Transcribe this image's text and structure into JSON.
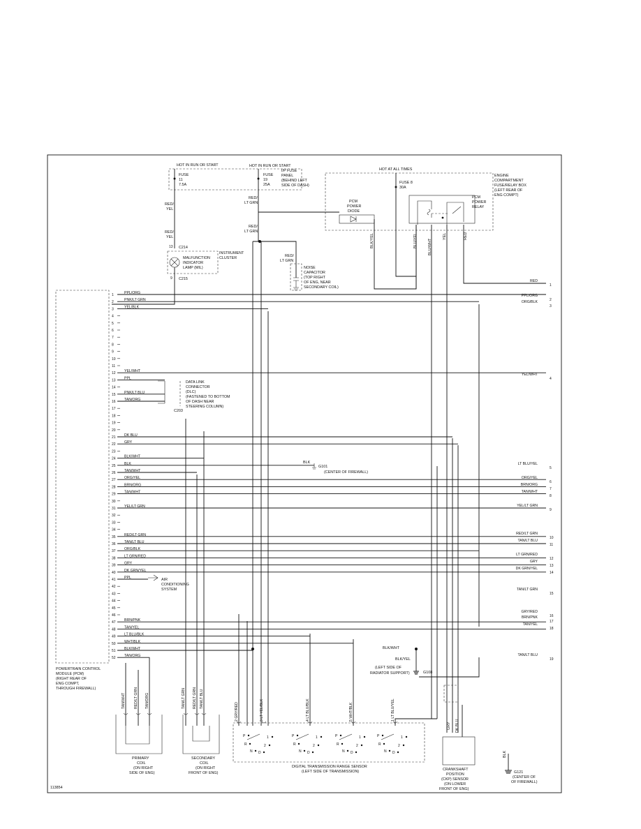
{
  "top_labels": {
    "hot_run_start_1": "HOT IN RUN OR START",
    "hot_run_start_2": "HOT IN RUN OR START",
    "hot_all_times": "HOT AT ALL TIMES"
  },
  "fuses": {
    "fuse11": [
      "FUSE",
      "11",
      "7.5A"
    ],
    "fuse19": [
      "FUSE",
      "19",
      "25A"
    ],
    "fuse_panel_note": [
      "I/P FUSE",
      "PANEL",
      "(BEHIND LEFT",
      "SIDE OF DASH)"
    ],
    "fuse8": [
      "FUSE 8",
      "30A"
    ],
    "engine_box": [
      "ENGINE",
      "COMPARTMENT",
      "FUSE/RELAY BOX",
      "(LEFT REAR OF",
      "ENG COMPT)"
    ]
  },
  "components": {
    "pcm_diode": [
      "PCM",
      "POWER",
      "DIODE"
    ],
    "pcm_relay": [
      "PCM",
      "POWER",
      "RELAY"
    ],
    "mil": [
      "MALFUNCTION",
      "INDICATOR",
      "LAMP (MIL)"
    ],
    "instrument_cluster": [
      "INSTRUMENT",
      "CLUSTER"
    ],
    "mil_connectors": [
      "C214",
      "C215"
    ],
    "mil_pins": [
      "13",
      "9"
    ],
    "noise_cap": [
      "NOISE",
      "CAPACITOR",
      "(TOP RIGHT",
      "OF ENG, NEAR",
      "SECONDARY COIL)"
    ],
    "dlc": [
      "DATA LINK",
      "CONNECTOR",
      "(DLC)",
      "(FASTENED TO BOTTOM",
      "OF DASH NEAR",
      "STEERING COLUMN)"
    ],
    "dlc_connector": "C203",
    "ac": [
      "AIR",
      "CONDITIONING",
      "SYSTEM"
    ],
    "pcm": [
      "POWERTRAIN CONTROL",
      "MODULE (PCM)",
      "(RIGHT REAR OF",
      "ENG COMPT,",
      "THROUGH FIREWALL)"
    ],
    "primary_coil": [
      "PRIMARY",
      "COIL",
      "(ON RIGHT",
      "SIDE OF ENG)"
    ],
    "secondary_coil": [
      "SECONDARY",
      "COIL",
      "(ON RIGHT",
      "FRONT OF ENG)"
    ],
    "trs": [
      "DIGITAL TRANSMISSION RANGE SENSOR",
      "(LEFT SIDE OF TRANSMISSION)"
    ],
    "ckp": [
      "CRANKSHAFT",
      "POSITION",
      "(CKP) SENSOR",
      "(ON LOWER",
      "FRONT OF ENG)"
    ],
    "g101": [
      "G101",
      "(CENTER OF FIREWALL)"
    ],
    "g108": [
      "G108",
      "(LEFT SIDE OF",
      "RADIATOR SUPPORT)"
    ],
    "g121": [
      "G121",
      "(CENTER OF",
      "OF FIREWALL)"
    ],
    "diagram_id": "113854"
  },
  "wire_labels": {
    "red_yel_1": [
      "RED/",
      "YEL"
    ],
    "red_yel_2": [
      "RED/",
      "YEL"
    ],
    "red_ltgrn_1": [
      "RED/",
      "LT GRN"
    ],
    "red_ltgrn_2": [
      "RED/",
      "LT GRN"
    ],
    "red_ltgrn_3": [
      "RED/",
      "LT GRN"
    ],
    "blk_yel_v": "BLK/YEL",
    "blu_yel_v": "BLU/YEL",
    "blu_wht_v": "BLU/WHT",
    "yel_v": "YEL",
    "red_v": "RED",
    "blk_g101": "BLK",
    "blk_wht_g108": "BLK/WHT",
    "blk_yel_g108": "BLK/YEL",
    "coil_wires": [
      "TAN/WHT",
      "RED/LT GRN",
      "TAN/ORG",
      "TAN/LT GRN",
      "RED/LT GRN",
      "TAN/LT BLU"
    ],
    "trs_wires": [
      "2 GRY/RED",
      "3 LT YEL/BLK",
      "4 LT BLU/BLK",
      "5 WHT/BLK",
      "1 LT BLU/YEL"
    ],
    "ckp_wires": [
      "GRY",
      "DK BLU"
    ],
    "ckp_ground": "BLK",
    "trs_positions": [
      "P",
      "R",
      "N",
      "D",
      "2",
      "1"
    ]
  },
  "pcm_pins": [
    {
      "n": "1",
      "c": "PPL/ORG"
    },
    {
      "n": "2",
      "c": "PNK/LT GRN"
    },
    {
      "n": "3",
      "c": "YEL/BLK"
    },
    {
      "n": "4",
      "c": ""
    },
    {
      "n": "5",
      "c": ""
    },
    {
      "n": "6",
      "c": ""
    },
    {
      "n": "7",
      "c": ""
    },
    {
      "n": "8",
      "c": ""
    },
    {
      "n": "9",
      "c": ""
    },
    {
      "n": "10",
      "c": ""
    },
    {
      "n": "11",
      "c": ""
    },
    {
      "n": "12",
      "c": "YEL/WHT"
    },
    {
      "n": "13",
      "c": "PPL"
    },
    {
      "n": "14",
      "c": ""
    },
    {
      "n": "15",
      "c": "PNK/LT BLU"
    },
    {
      "n": "16",
      "c": "TAN/ORG"
    },
    {
      "n": "17",
      "c": ""
    },
    {
      "n": "18",
      "c": ""
    },
    {
      "n": "19",
      "c": ""
    },
    {
      "n": "20",
      "c": ""
    },
    {
      "n": "21",
      "c": "DK BLU"
    },
    {
      "n": "22",
      "c": "GRY"
    },
    {
      "n": "23",
      "c": ""
    },
    {
      "n": "24",
      "c": "BLK/WHT"
    },
    {
      "n": "25",
      "c": "BLK"
    },
    {
      "n": "26",
      "c": "TAN/WHT"
    },
    {
      "n": "27",
      "c": "ORG/YEL"
    },
    {
      "n": "28",
      "c": "BRN/ORG"
    },
    {
      "n": "29",
      "c": "TAN/WHT"
    },
    {
      "n": "30",
      "c": ""
    },
    {
      "n": "31",
      "c": "YEL/LT GRN"
    },
    {
      "n": "32",
      "c": ""
    },
    {
      "n": "33",
      "c": ""
    },
    {
      "n": "34",
      "c": ""
    },
    {
      "n": "35",
      "c": "RED/LT GRN"
    },
    {
      "n": "36",
      "c": "TAN/LT BLU"
    },
    {
      "n": "37",
      "c": "ORG/BLK"
    },
    {
      "n": "38",
      "c": "LT GRN/RED"
    },
    {
      "n": "39",
      "c": "GRY"
    },
    {
      "n": "40",
      "c": "DK GRN/YEL"
    },
    {
      "n": "41",
      "c": "PPL"
    },
    {
      "n": "42",
      "c": ""
    },
    {
      "n": "43",
      "c": ""
    },
    {
      "n": "44",
      "c": ""
    },
    {
      "n": "45",
      "c": ""
    },
    {
      "n": "46",
      "c": ""
    },
    {
      "n": "47",
      "c": "BRN/PNK"
    },
    {
      "n": "48",
      "c": "TAN/YEL"
    },
    {
      "n": "49",
      "c": "LT BLU/BLK"
    },
    {
      "n": "50",
      "c": "WHT/BLK"
    },
    {
      "n": "51",
      "c": "BLK/WHT"
    },
    {
      "n": "52",
      "c": "TAN/ORG"
    }
  ],
  "right_terminals": [
    {
      "c": "RED",
      "n": "1"
    },
    {
      "c": "PPL/ORG",
      "n": "2"
    },
    {
      "c": "ORG/BLK",
      "n": "3"
    },
    {
      "c": "YEL/WHT",
      "n": "4"
    },
    {
      "c": "LT BLU/YEL",
      "n": "5"
    },
    {
      "c": "ORG/YEL",
      "n": "6"
    },
    {
      "c": "BRN/ORG",
      "n": "7"
    },
    {
      "c": "TAN/WHT",
      "n": "8"
    },
    {
      "c": "YEL/LT GRN",
      "n": "9"
    },
    {
      "c": "RED/LT GRN",
      "n": "10"
    },
    {
      "c": "TAN/LT BLU",
      "n": "11"
    },
    {
      "c": "LT GRN/RED",
      "n": "12"
    },
    {
      "c": "GRY",
      "n": "13"
    },
    {
      "c": "DK GRN/YEL",
      "n": "14"
    },
    {
      "c": "TAN/LT GRN",
      "n": "15"
    },
    {
      "c": "GRY/RED",
      "n": "16"
    },
    {
      "c": "BRN/PNK",
      "n": "17"
    },
    {
      "c": "TAN/YEL",
      "n": "18"
    },
    {
      "c": "TAN/LT BLU",
      "n": "19"
    }
  ]
}
